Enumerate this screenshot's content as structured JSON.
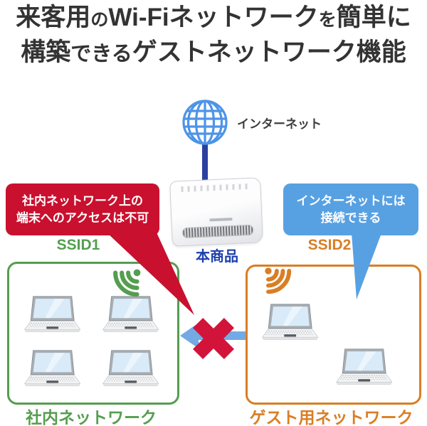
{
  "title": {
    "l1_seg1": "来客用",
    "l1_particle1": "の",
    "l1_seg2": "Wi-Fiネットワーク",
    "l1_particle2": "を",
    "l1_seg3": "簡単に",
    "l2_seg1": "構築",
    "l2_small": "できる",
    "l2_seg2": "ゲストネットワーク機能"
  },
  "internet": {
    "label": "インターネット",
    "icon": "globe-icon"
  },
  "router": {
    "label": "本商品"
  },
  "callouts": {
    "restriction": {
      "line1": "社内ネットワーク上の",
      "line2": "端末へのアクセスは不可"
    },
    "allowed": {
      "line1": "インターネットには",
      "line2": "接続できる"
    }
  },
  "networks": {
    "company": {
      "ssid": "SSID1",
      "label": "社内ネットワーク",
      "device_count": 4,
      "icon": "wifi-signal-icon"
    },
    "guest": {
      "ssid": "SSID2",
      "label": "ゲスト用ネットワーク",
      "device_count": 2,
      "icon": "wifi-signal-icon"
    }
  },
  "symbols": {
    "blocked": "cross-icon",
    "direction": "arrow-left-icon"
  },
  "colors": {
    "title_gray": "#333333",
    "restricted_red": "#c9102e",
    "cross_red": "#d2143a",
    "company_green": "#549e4f",
    "guest_orange": "#d97e24",
    "allowed_blue": "#57a1e3",
    "arrow_blue": "#74aae3",
    "link_blue": "#2b3f9f",
    "globe_blue": "#4d94e8",
    "product_label_blue": "#1d3fae"
  }
}
